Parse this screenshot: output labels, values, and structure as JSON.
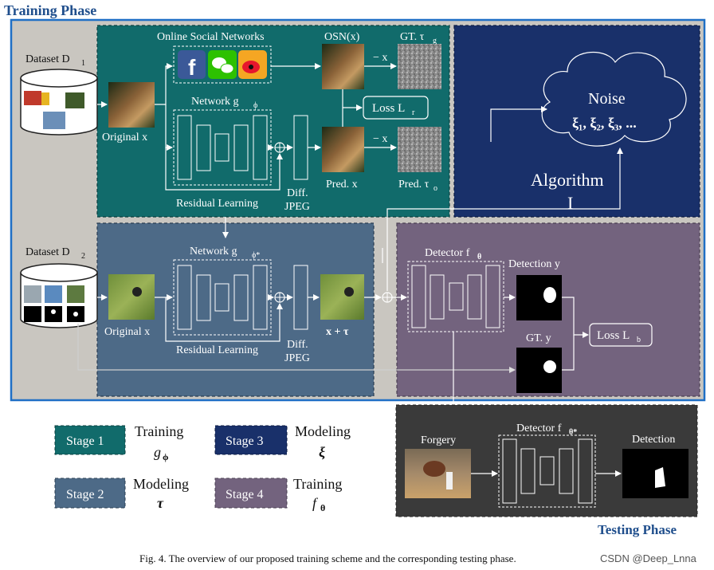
{
  "phases": {
    "training": "Training Phase",
    "testing": "Testing Phase"
  },
  "stage1": {
    "dataset_label": "Dataset D",
    "dataset_sub": "1",
    "osn_title": "Online Social Networks",
    "osn_output": "OSN(x)",
    "gt_tau_g": "GT. τ",
    "gt_tau_g_sub": "g",
    "minus_x_top": "− x",
    "loss_r": "Loss L",
    "loss_r_sub": "r",
    "network_label": "Network g",
    "network_sub": "ϕ",
    "original_x": "Original x",
    "minus_x_bottom": "− x",
    "pred_x": "Pred. x",
    "pred_tau_o": "Pred. τ",
    "pred_tau_o_sub": "o",
    "residual": "Residual Learning",
    "diff_jpeg_1": "Diff.",
    "diff_jpeg_2": "JPEG"
  },
  "stage3": {
    "noise_title": "Noise",
    "noise_vars": "ξ₁, ξ₂, ξ₃, ...",
    "algorithm": "Algorithm",
    "algorithm_num": "I"
  },
  "stage2": {
    "dataset_label": "Dataset D",
    "dataset_sub": "2",
    "network_label": "Network g",
    "network_sub": "ϕ*",
    "original_x": "Original x",
    "residual": "Residual Learning",
    "diff_jpeg_1": "Diff.",
    "diff_jpeg_2": "JPEG",
    "x_plus_tau": "x + τ"
  },
  "stage4": {
    "detector_label": "Detector f",
    "detector_sub": "θ",
    "detection_y": "Detection y",
    "gt_y": "GT. y",
    "loss_b": "Loss L",
    "loss_b_sub": "b"
  },
  "legend": {
    "stage1": "Stage 1",
    "stage1_desc1": "Training",
    "stage1_desc2": "g",
    "stage1_desc2_sub": "ϕ",
    "stage2": "Stage 2",
    "stage2_desc1": "Modeling",
    "stage2_desc2": "τ",
    "stage3": "Stage 3",
    "stage3_desc1": "Modeling",
    "stage3_desc2": "ξ",
    "stage4": "Stage 4",
    "stage4_desc1": "Training",
    "stage4_desc2": "f",
    "stage4_desc2_sub": "θ"
  },
  "testing": {
    "forgery": "Forgery",
    "detector_label": "Detector f",
    "detector_sub": "θ*",
    "detection": "Detection"
  },
  "caption": "Fig. 4.   The overview of our proposed training scheme and the corresponding testing phase.",
  "watermark": "CSDN @Deep_Lnna",
  "colors": {
    "stage1": "#116b6b",
    "stage2": "#4d6a87",
    "stage3": "#19306a",
    "stage4": "#73637e",
    "testing_bg": "#3a3a3a",
    "outer_bg": "#c9c6c0",
    "title_blue": "#1f4e8c"
  },
  "icons": [
    "facebook-icon",
    "wechat-icon",
    "weibo-icon",
    "cloud-icon",
    "database-icon"
  ]
}
